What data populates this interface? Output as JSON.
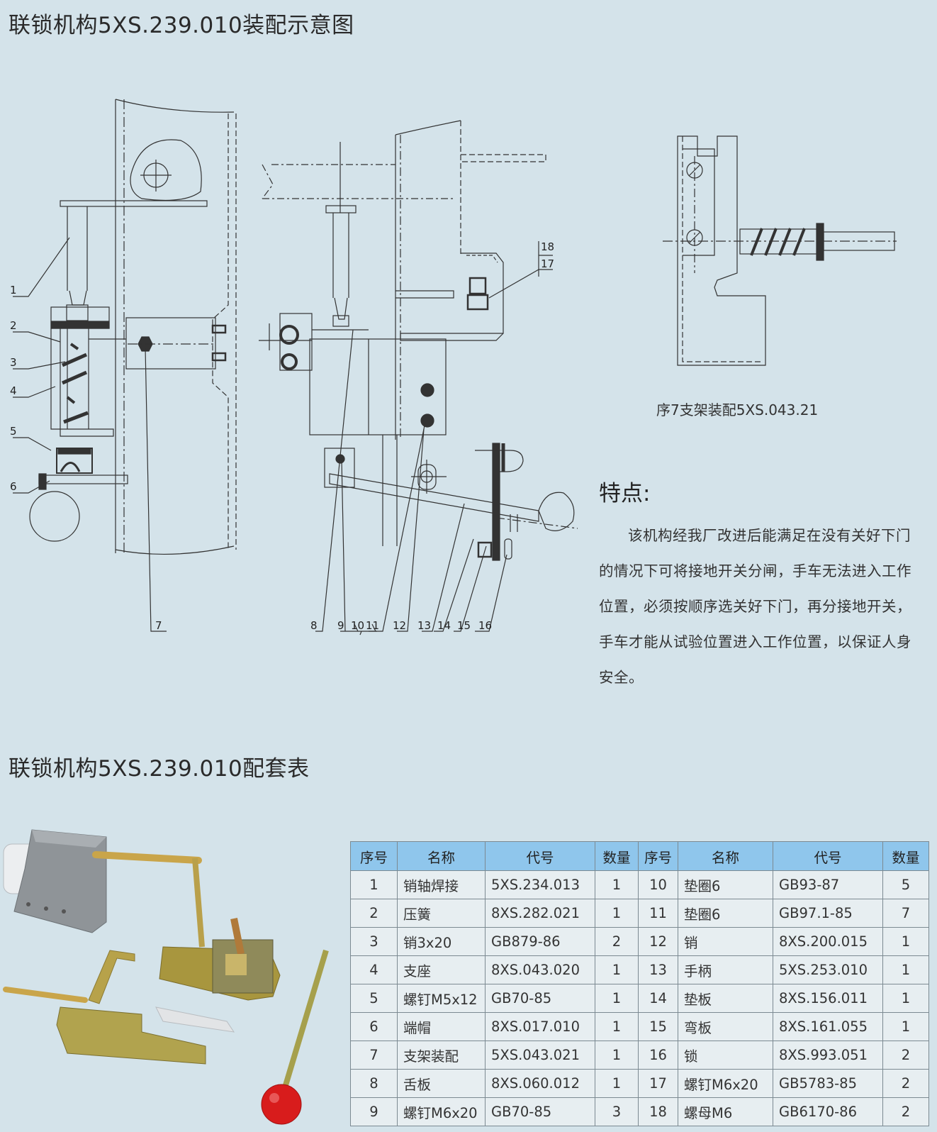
{
  "titles": {
    "assembly": "联锁机构5XS.239.010装配示意图",
    "parts": "联锁机构5XS.239.010配套表"
  },
  "drawing": {
    "leaders": [
      "1",
      "2",
      "3",
      "4",
      "5",
      "6",
      "7",
      "8",
      "9",
      "10",
      "11",
      "12",
      "13",
      "14",
      "15",
      "16",
      "17",
      "18"
    ]
  },
  "bracket_caption": "序7支架装配5XS.043.21",
  "features": {
    "heading": "特点:",
    "text": "该机构经我厂改进后能满足在没有关好下门的情况下可将接地开关分闸，手车无法进入工作位置，必须按顺序选关好下门，再分接地开关，手车才能从试验位置进入工作位置，以保证人身安全。"
  },
  "table": {
    "headers": [
      "序号",
      "名称",
      "代号",
      "数量",
      "序号",
      "名称",
      "代号",
      "数量"
    ],
    "rows": [
      [
        "1",
        "销轴焊接",
        "5XS.234.013",
        "1",
        "10",
        "垫圈6",
        "GB93-87",
        "5"
      ],
      [
        "2",
        "压簧",
        "8XS.282.021",
        "1",
        "11",
        "垫圈6",
        "GB97.1-85",
        "7"
      ],
      [
        "3",
        "销3x20",
        "GB879-86",
        "2",
        "12",
        "销",
        "8XS.200.015",
        "1"
      ],
      [
        "4",
        "支座",
        "8XS.043.020",
        "1",
        "13",
        "手柄",
        "5XS.253.010",
        "1"
      ],
      [
        "5",
        "螺钉M5x12",
        "GB70-85",
        "1",
        "14",
        "垫板",
        "8XS.156.011",
        "1"
      ],
      [
        "6",
        "端帽",
        "8XS.017.010",
        "1",
        "15",
        "弯板",
        "8XS.161.055",
        "1"
      ],
      [
        "7",
        "支架装配",
        "5XS.043.021",
        "1",
        "16",
        "锁",
        "8XS.993.051",
        "2"
      ],
      [
        "8",
        "舌板",
        "8XS.060.012",
        "1",
        "17",
        "螺钉M6x20",
        "GB5783-85",
        "2"
      ],
      [
        "9",
        "螺钉M6x20",
        "GB70-85",
        "3",
        "18",
        "螺母M6",
        "GB6170-86",
        "2"
      ]
    ]
  },
  "colors": {
    "background": "#d4e3ea",
    "table_header": "#8fc6ec",
    "knob": "#d81c1c"
  }
}
